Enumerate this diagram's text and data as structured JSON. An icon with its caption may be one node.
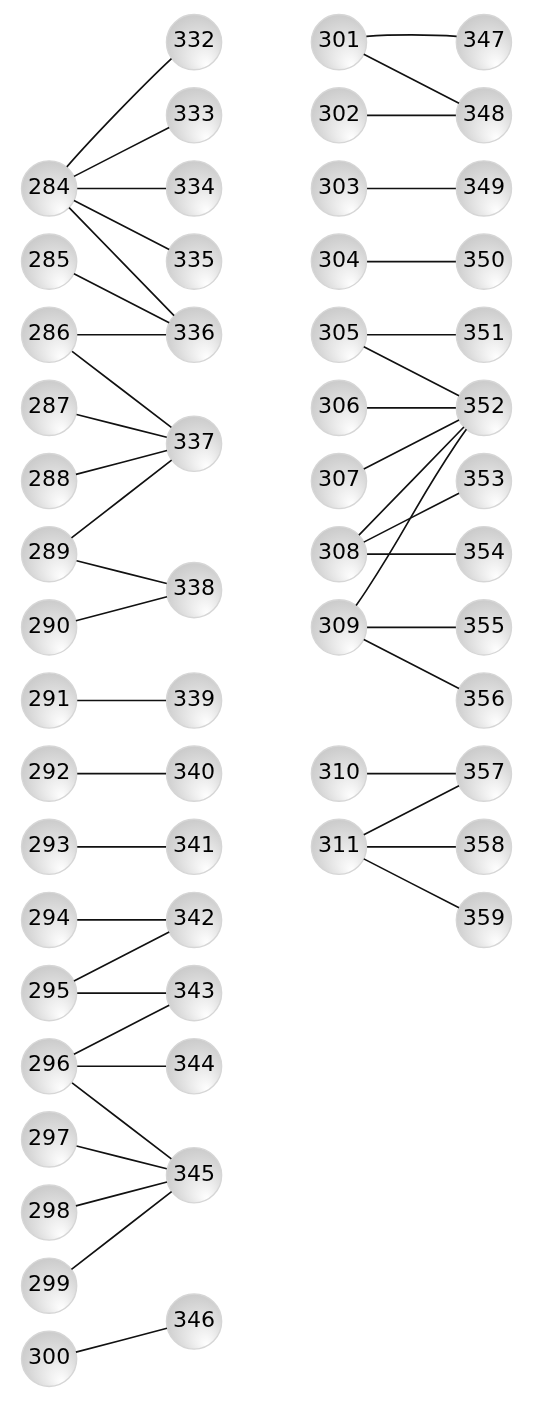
{
  "diagram": {
    "nodes": [
      {
        "text": [
          "284"
        ]
      },
      {
        "text": [
          "285"
        ]
      },
      {
        "text": [
          "286"
        ]
      },
      {
        "text": [
          "287"
        ]
      },
      {
        "text": [
          "288"
        ]
      },
      {
        "text": [
          "289"
        ]
      },
      {
        "text": [
          "290"
        ]
      },
      {
        "text": [
          "291"
        ]
      },
      {
        "text": [
          "292"
        ]
      },
      {
        "text": [
          "293"
        ]
      },
      {
        "text": [
          "294"
        ]
      },
      {
        "text": [
          "295"
        ]
      },
      {
        "text": [
          "296"
        ]
      },
      {
        "text": [
          "297"
        ]
      },
      {
        "text": [
          "298"
        ]
      },
      {
        "text": [
          "299"
        ]
      },
      {
        "text": [
          "300"
        ]
      },
      {
        "text": [
          "332"
        ]
      },
      {
        "text": [
          "333"
        ]
      },
      {
        "text": [
          "334"
        ]
      },
      {
        "text": [
          "335"
        ]
      },
      {
        "text": [
          "336"
        ]
      },
      {
        "text": [
          "337"
        ]
      },
      {
        "text": [
          "338"
        ]
      },
      {
        "text": [
          "339"
        ]
      },
      {
        "text": [
          "340"
        ]
      },
      {
        "text": [
          "341"
        ]
      },
      {
        "text": [
          "342"
        ]
      },
      {
        "text": [
          "343"
        ]
      },
      {
        "text": [
          "344"
        ]
      },
      {
        "text": [
          "345"
        ]
      },
      {
        "text": [
          "346"
        ]
      },
      {
        "text": [
          "301"
        ]
      },
      {
        "text": [
          "302"
        ]
      },
      {
        "text": [
          "303"
        ]
      },
      {
        "text": [
          "304"
        ]
      },
      {
        "text": [
          "305"
        ]
      },
      {
        "text": [
          "306"
        ]
      },
      {
        "text": [
          "307"
        ]
      },
      {
        "text": [
          "308"
        ]
      },
      {
        "text": [
          "309"
        ]
      },
      {
        "text": [
          "310"
        ]
      },
      {
        "text": [
          "311"
        ]
      },
      {
        "text": [
          "347"
        ]
      },
      {
        "text": [
          "348"
        ]
      },
      {
        "text": [
          "349"
        ]
      },
      {
        "text": [
          "350"
        ]
      },
      {
        "text": [
          "351"
        ]
      },
      {
        "text": [
          "352"
        ]
      },
      {
        "text": [
          "353"
        ]
      },
      {
        "text": [
          "354"
        ]
      },
      {
        "text": [
          "355"
        ]
      },
      {
        "text": [
          "356"
        ]
      },
      {
        "text": [
          "357"
        ]
      },
      {
        "text": [
          "358"
        ]
      },
      {
        "text": [
          "359"
        ]
      }
    ],
    "edges": [
      {
        "from": 0,
        "to": 17,
        "arrow": "none"
      },
      {
        "from": 0,
        "to": 18,
        "arrow": "none"
      },
      {
        "from": 0,
        "to": 19,
        "arrow": "none"
      },
      {
        "from": 0,
        "to": 20,
        "arrow": "none"
      },
      {
        "from": 0,
        "to": 21,
        "arrow": "none"
      },
      {
        "from": 1,
        "to": 21,
        "arrow": "none"
      },
      {
        "from": 2,
        "to": 21,
        "arrow": "none"
      },
      {
        "from": 2,
        "to": 22,
        "arrow": "none"
      },
      {
        "from": 3,
        "to": 22,
        "arrow": "none"
      },
      {
        "from": 4,
        "to": 22,
        "arrow": "none"
      },
      {
        "from": 5,
        "to": 22,
        "arrow": "none"
      },
      {
        "from": 5,
        "to": 23,
        "arrow": "none"
      },
      {
        "from": 6,
        "to": 23,
        "arrow": "none"
      },
      {
        "from": 7,
        "to": 24,
        "arrow": "none"
      },
      {
        "from": 8,
        "to": 25,
        "arrow": "none"
      },
      {
        "from": 9,
        "to": 26,
        "arrow": "none"
      },
      {
        "from": 10,
        "to": 27,
        "arrow": "none"
      },
      {
        "from": 11,
        "to": 27,
        "arrow": "none"
      },
      {
        "from": 11,
        "to": 28,
        "arrow": "none"
      },
      {
        "from": 12,
        "to": 28,
        "arrow": "none"
      },
      {
        "from": 12,
        "to": 29,
        "arrow": "none"
      },
      {
        "from": 12,
        "to": 30,
        "arrow": "none"
      },
      {
        "from": 13,
        "to": 30,
        "arrow": "none"
      },
      {
        "from": 14,
        "to": 30,
        "arrow": "none"
      },
      {
        "from": 15,
        "to": 30,
        "arrow": "none"
      },
      {
        "from": 16,
        "to": 31,
        "arrow": "none"
      },
      {
        "from": 32,
        "to": 43,
        "arrow": "none"
      },
      {
        "from": 32,
        "to": 44,
        "arrow": "none"
      },
      {
        "from": 33,
        "to": 44,
        "arrow": "none"
      },
      {
        "from": 34,
        "to": 45,
        "arrow": "none"
      },
      {
        "from": 35,
        "to": 46,
        "arrow": "none"
      },
      {
        "from": 36,
        "to": 47,
        "arrow": "none"
      },
      {
        "from": 36,
        "to": 48,
        "arrow": "none"
      },
      {
        "from": 37,
        "to": 48,
        "arrow": "none"
      },
      {
        "from": 38,
        "to": 48,
        "arrow": "none"
      },
      {
        "from": 39,
        "to": 48,
        "arrow": "none"
      },
      {
        "from": 39,
        "to": 49,
        "arrow": "none"
      },
      {
        "from": 39,
        "to": 50,
        "arrow": "none"
      },
      {
        "from": 40,
        "to": 48,
        "arrow": "none"
      },
      {
        "from": 40,
        "to": 51,
        "arrow": "none"
      },
      {
        "from": 40,
        "to": 52,
        "arrow": "none"
      },
      {
        "from": 41,
        "to": 53,
        "arrow": "none"
      },
      {
        "from": 42,
        "to": 53,
        "arrow": "none"
      },
      {
        "from": 42,
        "to": 54,
        "arrow": "none"
      },
      {
        "from": 42,
        "to": 55,
        "arrow": "none"
      }
    ]
  }
}
